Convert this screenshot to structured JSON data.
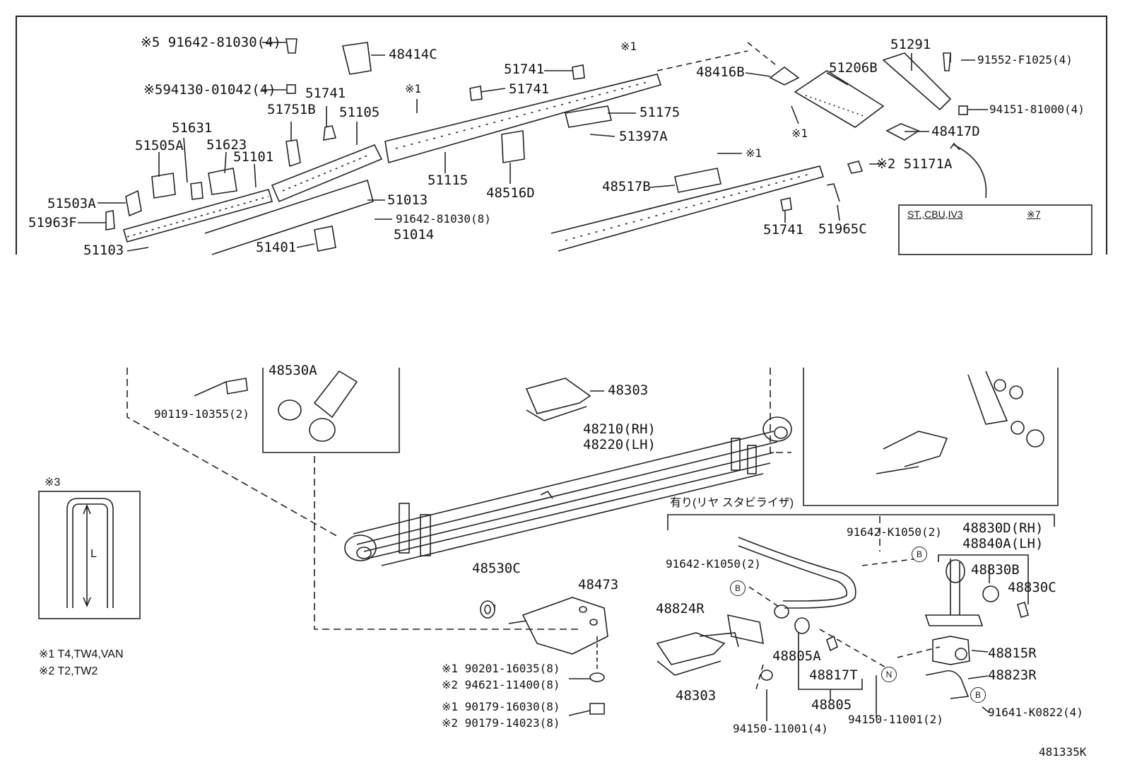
{
  "labels": {
    "l_91642_81030_4": "※5 91642-81030(4)",
    "l_48414c": "48414C",
    "l_94130": "※594130-01042(4)",
    "l_51741_a": "51741",
    "l_51751b": "51751B",
    "l_51105": "51105",
    "l_x1_a": "※1",
    "l_51741_b": "51741",
    "l_51741_c": "51741",
    "l_x1_b": "※1",
    "l_48416b": "48416B",
    "l_51206b": "51206B",
    "l_51291": "51291",
    "l_91552": "91552-F1025(4)",
    "l_94151": "94151-81000(4)",
    "l_51175": "51175",
    "l_51397a": "51397A",
    "l_x1_c": "※1",
    "l_48417d": "48417D",
    "l_51631": "51631",
    "l_51505a": "51505A",
    "l_51623": "51623",
    "l_51101": "51101",
    "l_51115": "51115",
    "l_48516d": "48516D",
    "l_x1_d": "※1",
    "l_48517b": "48517B",
    "l_x2_a": "※2 51171A",
    "l_51503a": "51503A",
    "l_51013": "51013",
    "l_91642_81030_8": "91642-81030(8)",
    "l_51963f": "51963F",
    "l_51014": "51014",
    "l_51401": "51401",
    "l_51103": "51103",
    "l_51741_d": "51741",
    "l_51965c": "51965C",
    "l_st_cbu": "ST.,CBU,IV3",
    "l_x7": "※7",
    "l_48303_a": "48303",
    "l_48530a": "48530A",
    "l_90119": "90119-10355(2)",
    "l_48210": "48210(RH)",
    "l_48220": "48220(LH)",
    "l_x3": "※3",
    "l_L": "L",
    "l_note1": "※1 T4,TW4,VAN",
    "l_note2": "※2 T2,TW2",
    "l_48530c": "48530C",
    "l_48473": "48473",
    "l_x1_90201": "※1  90201-16035(8)",
    "l_x2_94621": "※2  94621-11400(8)",
    "l_x1_90179": "※1  90179-16030(8)",
    "l_x2_90179": "※2  90179-14023(8)",
    "l_stab_header": "有り(リヤ スタビライザ)",
    "l_91642_k1050_a": "91642-K1050(2)",
    "l_91642_k1050_b": "91642-K1050(2)",
    "l_48830d": "48830D(RH)",
    "l_48840a": "48840A(LH)",
    "l_48830b": "48830B",
    "l_48830c": "48830C",
    "l_48824r": "48824R",
    "l_48805a": "48805A",
    "l_48817t": "48817T",
    "l_48805": "48805",
    "l_48303_b": "48303",
    "l_94150_a": "94150-11001(4)",
    "l_94150_b": "94150-11001(2)",
    "l_48815r": "48815R",
    "l_48823r": "48823R",
    "l_91641": "91641-K0822(4)",
    "l_481335k": "481335K"
  },
  "callouts": {
    "b1": "B",
    "b2": "B",
    "b3": "B",
    "n1": "N"
  }
}
